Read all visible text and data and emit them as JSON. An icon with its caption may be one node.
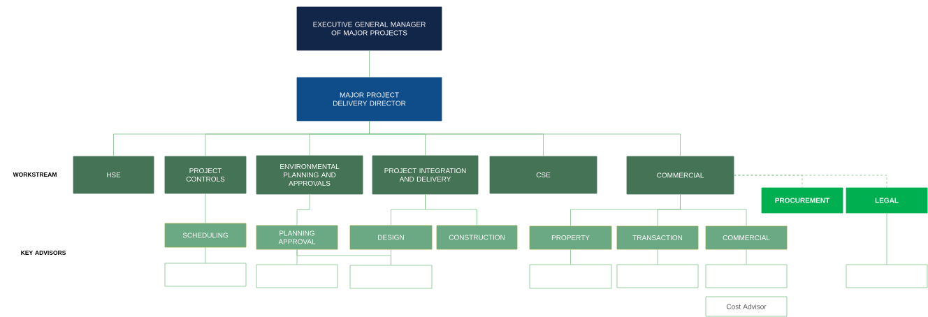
{
  "diagram": {
    "nodes": [
      {
        "text": [
          "EXECUTIVE GENERAL MANAGER OF MAJOR PROJECTS"
        ]
      },
      {
        "text": [
          "MAJOR PROJECT DELIVERY DIRECTOR"
        ]
      },
      {
        "text": [
          "HSE"
        ]
      },
      {
        "text": [
          "PROJECT CONTROLS"
        ]
      },
      {
        "text": [
          "ENVIRONMENTAL PLANNING AND APPROVALS"
        ]
      },
      {
        "text": [
          "PROJECT INTEGRATION AND DELIVERY"
        ]
      },
      {
        "text": [
          "CSE"
        ]
      },
      {
        "text": [
          "COMMERCIAL"
        ]
      },
      {
        "text": [
          "PROCUREMENT"
        ]
      },
      {
        "text": [
          "LEGAL"
        ]
      },
      {
        "text": [
          "SCHEDULING"
        ]
      },
      {
        "text": [
          "PLANNING APPROVAL"
        ]
      },
      {
        "text": [
          "DESIGN"
        ]
      },
      {
        "text": [
          "CONSTRUCTION"
        ]
      },
      {
        "text": [
          "PROPERTY"
        ]
      },
      {
        "text": [
          "TRANSACTION"
        ]
      },
      {
        "text": [
          "COMMERCIAL"
        ]
      },
      {
        "text": [],
        "shape": "box"
      },
      {
        "text": [],
        "shape": "box"
      },
      {
        "text": [],
        "shape": "box"
      },
      {
        "text": [],
        "shape": "box"
      },
      {
        "text": [],
        "shape": "box"
      },
      {
        "text": [],
        "shape": "box"
      },
      {
        "text": [
          "Cost Advisor"
        ]
      },
      {
        "text": [],
        "shape": "box"
      }
    ],
    "edges": [
      {
        "from": 0,
        "to": 1,
        "arrow": "none"
      },
      {
        "from": 1,
        "to": 2,
        "arrow": "none"
      },
      {
        "from": 1,
        "to": 3,
        "arrow": "none"
      },
      {
        "from": 1,
        "to": 4,
        "arrow": "none"
      },
      {
        "from": 1,
        "to": 5,
        "arrow": "none"
      },
      {
        "from": 1,
        "to": 6,
        "arrow": "none"
      },
      {
        "from": 1,
        "to": 7,
        "arrow": "none"
      },
      {
        "from": 7,
        "to": 8,
        "arrow": "none",
        "style": "dashed"
      },
      {
        "from": 7,
        "to": 9,
        "arrow": "none",
        "style": "dashed"
      },
      {
        "from": 3,
        "to": 10,
        "arrow": "none"
      },
      {
        "from": 4,
        "to": 11,
        "arrow": "none"
      },
      {
        "from": 5,
        "to": 12,
        "arrow": "none"
      },
      {
        "from": 5,
        "to": 13,
        "arrow": "none"
      },
      {
        "from": 7,
        "to": 14,
        "arrow": "none"
      },
      {
        "from": 7,
        "to": 15,
        "arrow": "none"
      },
      {
        "from": 7,
        "to": 16,
        "arrow": "none"
      },
      {
        "from": 10,
        "to": 17,
        "arrow": "none"
      },
      {
        "from": 11,
        "to": 18,
        "arrow": "none"
      },
      {
        "from": 11,
        "to": 19,
        "arrow": "none"
      },
      {
        "from": 12,
        "to": 19,
        "arrow": "none"
      },
      {
        "from": 14,
        "to": 20,
        "arrow": "none"
      },
      {
        "from": 15,
        "to": 21,
        "arrow": "none"
      },
      {
        "from": 16,
        "to": 22,
        "arrow": "none"
      },
      {
        "from": 9,
        "to": 24,
        "arrow": "none"
      }
    ],
    "labels": [
      "WORKSTREAM",
      "KEY ADVISORS"
    ]
  }
}
